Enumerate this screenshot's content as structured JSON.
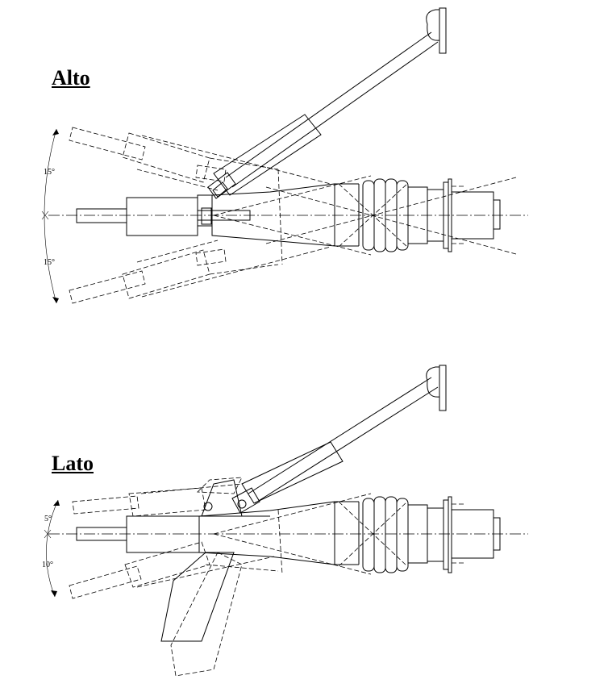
{
  "views": {
    "top": {
      "title": "Alto",
      "angle_up": "15°",
      "angle_down": "15°"
    },
    "side": {
      "title": "Lato",
      "angle_up": "5°",
      "angle_down": "10°"
    }
  }
}
